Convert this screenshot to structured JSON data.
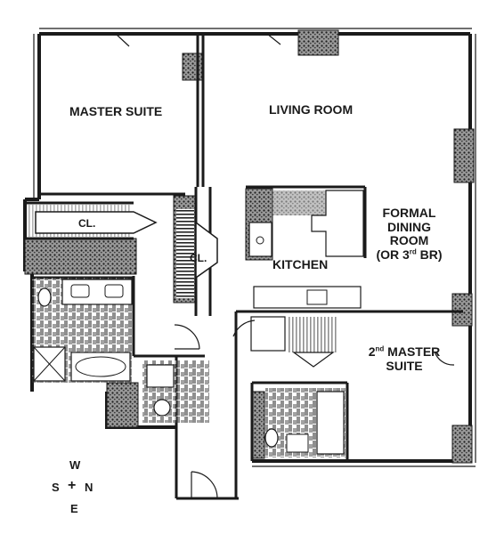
{
  "rooms": {
    "master_suite": "MASTER SUITE",
    "living_room": "LIVING ROOM",
    "closet_left": "CL.",
    "closet_center": "CL.",
    "kitchen": "KITCHEN",
    "formal_dining_line1": "FORMAL",
    "formal_dining_line2": "DINING",
    "formal_dining_line3": "ROOM",
    "formal_dining_line4_pre": "(OR 3",
    "formal_dining_line4_sup": "rd",
    "formal_dining_line4_post": " BR)",
    "second_master_pre": "2",
    "second_master_sup": "nd",
    "second_master_post": " MASTER",
    "second_master_line2": "SUITE"
  },
  "compass": {
    "north": "N",
    "south": "S",
    "east": "E",
    "west": "W",
    "cross": "+"
  },
  "colors": {
    "wall": "#1a1a1a",
    "hatch": "#555555",
    "floor": "#ffffff"
  }
}
